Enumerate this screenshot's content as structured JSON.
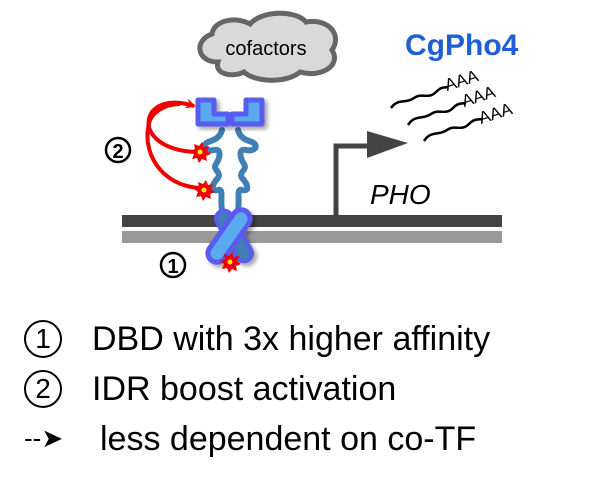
{
  "title": "CgPho4",
  "cofactor_label": "cofactors",
  "gene_label": "PHO",
  "transcript_labels": [
    "AAA",
    "AAA",
    "AAA"
  ],
  "markers": {
    "dbd": "①",
    "idr": "②"
  },
  "legend": [
    {
      "marker": "①",
      "text": "DBD with 3x higher affinity"
    },
    {
      "marker": "②",
      "text": "IDR boost activation"
    },
    {
      "marker": "-->",
      "text": "less dependent on co-TF"
    }
  ],
  "colors": {
    "title": "#1f5fd6",
    "protein_outline": "#5a5cf0",
    "protein_fill": "#5aaaf0",
    "idr": "#3f7fb5",
    "dna_top": "#444444",
    "dna_bottom": "#999999",
    "arrows": "#ee0000",
    "phospho": "#ee0000",
    "phospho_center": "#ffee00",
    "cloud_fill": "#d9d9d9",
    "cloud_stroke": "#666666"
  }
}
